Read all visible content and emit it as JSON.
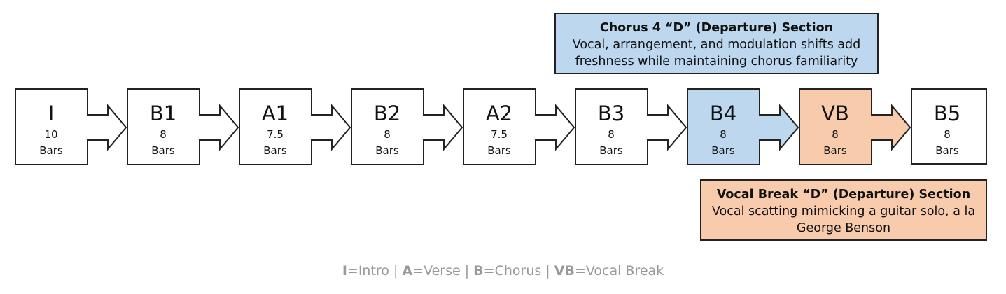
{
  "sections": [
    {
      "label": "I",
      "bars": "10",
      "unit": "Bars",
      "style": "plain"
    },
    {
      "label": "B1",
      "bars": "8",
      "unit": "Bars",
      "style": "plain"
    },
    {
      "label": "A1",
      "bars": "7.5",
      "unit": "Bars",
      "style": "plain"
    },
    {
      "label": "B2",
      "bars": "8",
      "unit": "Bars",
      "style": "plain"
    },
    {
      "label": "A2",
      "bars": "7.5",
      "unit": "Bars",
      "style": "plain"
    },
    {
      "label": "B3",
      "bars": "8",
      "unit": "Bars",
      "style": "plain"
    },
    {
      "label": "B4",
      "bars": "8",
      "unit": "Bars",
      "style": "blue"
    },
    {
      "label": "VB",
      "bars": "8",
      "unit": "Bars",
      "style": "salmon"
    },
    {
      "label": "B5",
      "bars": "8",
      "unit": "Bars",
      "style": "plain"
    }
  ],
  "colors": {
    "plain": "#ffffff",
    "blue": "#bdd7ee",
    "salmon": "#f8cbad",
    "border": "#222222"
  },
  "callouts": {
    "chorus": {
      "title": "Chorus 4 “D” (Departure) Section",
      "body": "Vocal, arrangement, and modulation shifts add freshness while maintaining chorus familiarity"
    },
    "vocal": {
      "title": "Vocal Break “D” (Departure) Section",
      "body": "Vocal scatting mimicking a guitar solo, a la George Benson"
    }
  },
  "legend": [
    {
      "key": "I",
      "value": "Intro"
    },
    {
      "key": "A",
      "value": "Verse"
    },
    {
      "key": "B",
      "value": "Chorus"
    },
    {
      "key": "VB",
      "value": "Vocal Break"
    }
  ]
}
